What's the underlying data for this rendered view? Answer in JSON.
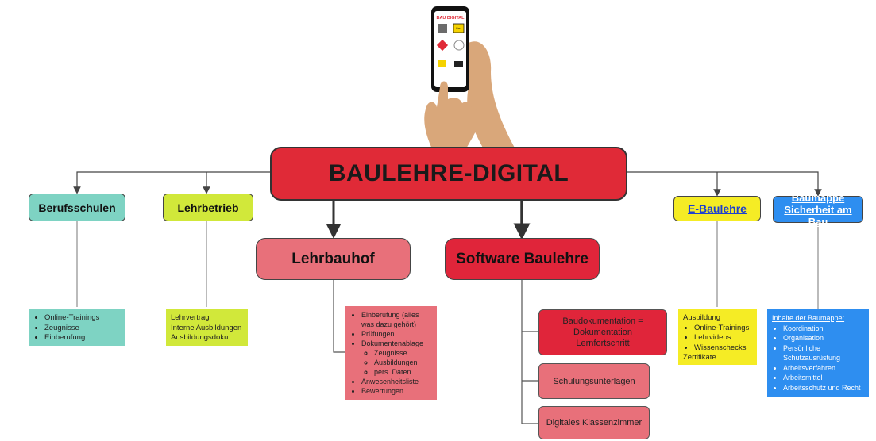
{
  "title": "BAULEHRE-DIGITAL",
  "phone": {
    "app_title": "BAU DIGITAL",
    "tile_sign_text": "Bau"
  },
  "nodes": {
    "berufsschulen": "Berufsschulen",
    "lehrbetrieb": "Lehrbetrieb",
    "lehrbauhof": "Lehrbauhof",
    "software": "Software Baulehre",
    "ebaulehre": "E-Baulehre",
    "baumappe_line1": "Baumappe",
    "baumappe_line2": "Sicherheit am Bau"
  },
  "berufsschulen_items": [
    "Online-Trainings",
    "Zeugnisse",
    "Einberufung"
  ],
  "lehrbetrieb_items": [
    "Lehrvertrag",
    "Interne Ausbildungen",
    "Ausbildungsdoku..."
  ],
  "lehrbauhof_items": {
    "i1": "Einberufung (alles was dazu gehört)",
    "i2": "Prüfungen",
    "i3": "Dokumentenablage",
    "i3_sub": [
      "Zeugnisse",
      "Ausbildungen",
      "pers. Daten"
    ],
    "i4": "Anwesenheitsliste",
    "i5": "Bewertungen"
  },
  "software_children": {
    "bautagebuch": "Baudokumentation = Dokumentation Lernfortschritt",
    "schulung": "Schulungsunterlagen",
    "klassenzimmer": "Digitales Klassenzimmer"
  },
  "ebaulehre_box": {
    "heading": "Ausbildung",
    "items": [
      "Online-Trainings",
      "Lehrvideos",
      "Wissenschecks"
    ],
    "footer": "Zertifikate"
  },
  "baumappe_box": {
    "heading": "Inhalte der Baumappe:",
    "items": [
      "Koordination",
      "Organisation",
      "Persönliche Schutzausrüstung",
      "Arbeitsverfahren",
      "Arbeitsmittel",
      "Arbeitsschutz und Recht"
    ]
  },
  "colors": {
    "main": "#e02a37",
    "teal": "#7ed3c3",
    "lime": "#d1e83a",
    "pink": "#e8707a",
    "yellow": "#f5ec25",
    "blue": "#2e8ef0",
    "skin": "#d9a77a"
  }
}
